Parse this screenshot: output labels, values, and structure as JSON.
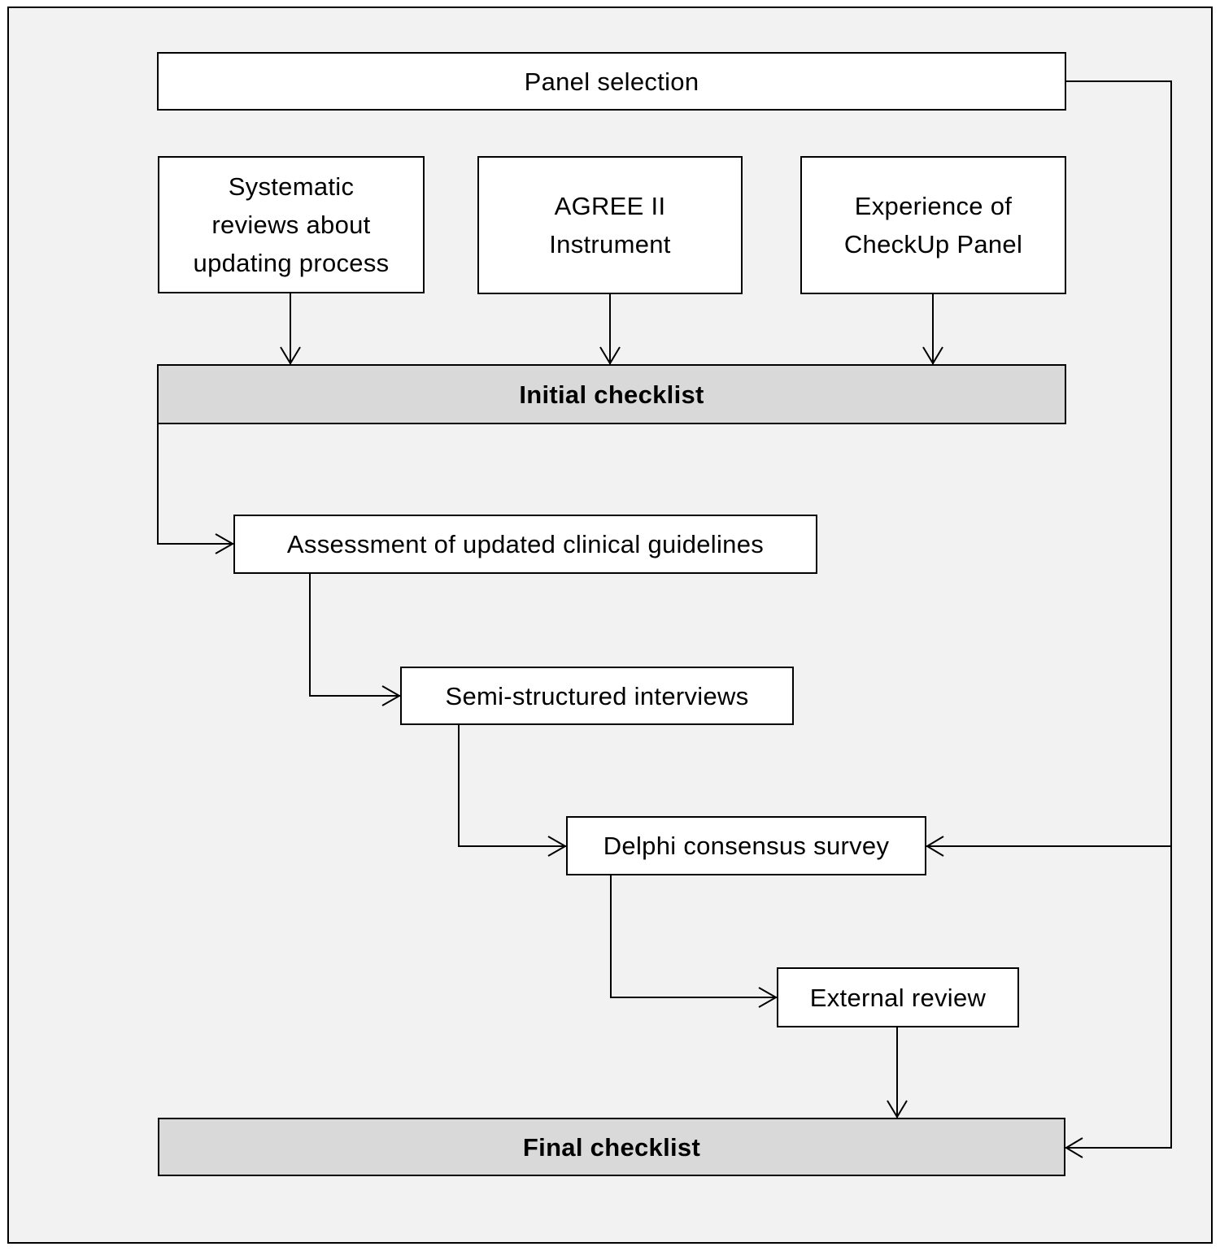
{
  "diagram": {
    "nodes": {
      "panel_selection": "Panel selection",
      "systematic_reviews": "Systematic\nreviews about\nupdating process",
      "agree_ii": "AGREE II\nInstrument",
      "experience": "Experience of\nCheckUp Panel",
      "initial_checklist": "Initial checklist",
      "assessment": "Assessment of updated clinical guidelines",
      "interviews": "Semi-structured interviews",
      "delphi": "Delphi consensus survey",
      "external_review": "External review",
      "final_checklist": "Final checklist"
    },
    "edges": [
      {
        "from": "systematic_reviews",
        "to": "initial_checklist"
      },
      {
        "from": "agree_ii",
        "to": "initial_checklist"
      },
      {
        "from": "experience",
        "to": "initial_checklist"
      },
      {
        "from": "initial_checklist",
        "to": "assessment"
      },
      {
        "from": "assessment",
        "to": "interviews"
      },
      {
        "from": "interviews",
        "to": "delphi"
      },
      {
        "from": "delphi",
        "to": "external_review"
      },
      {
        "from": "external_review",
        "to": "final_checklist"
      },
      {
        "from": "panel_selection",
        "to": "delphi"
      },
      {
        "from": "panel_selection",
        "to": "final_checklist"
      }
    ],
    "colors": {
      "background": "#f2f2f2",
      "box_fill": "#ffffff",
      "checklist_fill": "#d9d9d9",
      "stroke": "#000000"
    }
  }
}
